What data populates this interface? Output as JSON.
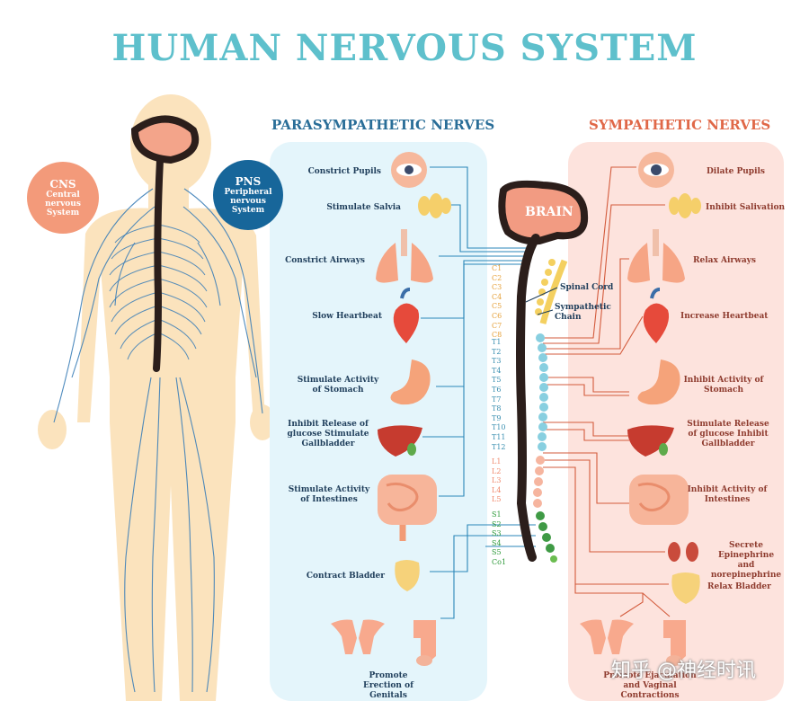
{
  "title": "HUMAN NERVOUS SYSTEM",
  "parasympathetic": {
    "heading": "PARASYMPATHETIC NERVES",
    "items": [
      {
        "label": "Constrict Pupils"
      },
      {
        "label": "Stimulate Salvia"
      },
      {
        "label": "Constrict Airways"
      },
      {
        "label": "Slow Heartbeat"
      },
      {
        "label": "Stimulate Activity of Stomach"
      },
      {
        "label": "Inhibit Release of glucose Stimulate Gallbladder"
      },
      {
        "label": "Stimulate Activity of Intestines"
      },
      {
        "label": "Contract Bladder"
      },
      {
        "label": "Promote Erection of Genitals"
      }
    ]
  },
  "sympathetic": {
    "heading": "SYMPATHETIC NERVES",
    "items": [
      {
        "label": "Dilate Pupils"
      },
      {
        "label": "Inhibit Salivation"
      },
      {
        "label": "Relax Airways"
      },
      {
        "label": "Increase Heartbeat"
      },
      {
        "label": "Inhibit Activity of Stomach"
      },
      {
        "label": "Stimulate Release of glucose Inhibit Gallbladder"
      },
      {
        "label": "Inhibit Activity of Intestines"
      },
      {
        "label": "Secrete Epinephrine and norepinephrine"
      },
      {
        "label": "Relax Bladder"
      },
      {
        "label": "Promote Ejaculation and Vaginal Contractions"
      }
    ]
  },
  "cns": {
    "abbr": "CNS",
    "line1": "Central",
    "line2": "nervous",
    "line3": "System"
  },
  "pns": {
    "abbr": "PNS",
    "line1": "Peripheral",
    "line2": "nervous",
    "line3": "System"
  },
  "spine": {
    "brain": "BRAIN",
    "spinal_cord": "Spinal Cord",
    "sympathetic_chain": "Sympathetic Chain",
    "cervical": [
      "C1",
      "C2",
      "C3",
      "C4",
      "C5",
      "C6",
      "C7",
      "C8"
    ],
    "thoracic": [
      "T1",
      "T2",
      "T3",
      "T4",
      "T5",
      "T6",
      "T7",
      "T8",
      "T9",
      "T10",
      "T11",
      "T12"
    ],
    "lumbar": [
      "L1",
      "L2",
      "L3",
      "L4",
      "L5"
    ],
    "sacral": [
      "S1",
      "S2",
      "S3",
      "S4",
      "S5",
      "Co1"
    ]
  },
  "colors": {
    "title": "#5ec0cc",
    "parasympathetic": "#2a6e98",
    "sympathetic": "#e06848",
    "cervical": "#e6a23c",
    "thoracic": "#3a8fb0",
    "lumbar": "#f08a6e",
    "sacral": "#2e9a3a"
  },
  "watermark": "知乎 @神经时讯"
}
